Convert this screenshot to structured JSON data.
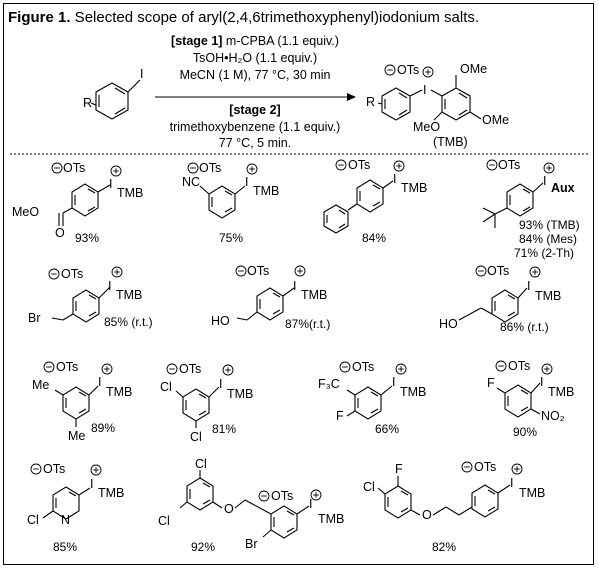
{
  "caption": {
    "label": "Figure 1.",
    "text": " Selected scope of aryl(2,4,6trimethoxyphenyl)iodonium salts."
  },
  "scheme": {
    "stage1_label": "[stage 1]",
    "stage1_reagent": " m-CPBA (1.1 equiv.)",
    "stage1_line2": "TsOH•H₂O (1.1 equiv.)",
    "stage1_line3": "MeCN (1 M), 77 °C, 30 min",
    "stage2_label": "[stage 2]",
    "stage2_line1": "trimethoxybenzene (1.1 equiv.)",
    "stage2_line2": "77 °C, 5 min.",
    "sm_R": "R",
    "sm_I": "I",
    "prod_R": "R",
    "prod_I": "I",
    "prod_OTs": "OTs",
    "prod_OMe1": "OMe",
    "prod_OMe2": "MeO",
    "prod_OMe3": "OMe",
    "prod_TMB": "(TMB)"
  },
  "labels": {
    "OTs": "OTs",
    "TMB": "TMB",
    "I": "I",
    "Aux": "Aux"
  },
  "compounds": [
    {
      "sub": "MeO",
      "yield": "93%"
    },
    {
      "sub": "NC",
      "yield": "75%"
    },
    {
      "sub": "",
      "yield": "84%"
    },
    {
      "sub": "",
      "yield": "93% (TMB)",
      "yield2": "84% (Mes)",
      "yield3": "71% (2-Th)"
    },
    {
      "sub": "Br",
      "yield": "85% (r.t.)"
    },
    {
      "sub": "HO",
      "yield": "87%(r.t.)"
    },
    {
      "sub": "HO",
      "yield": "86% (r.t.)"
    },
    {
      "sub": "Me",
      "sub2": "Me",
      "yield": "89%"
    },
    {
      "sub": "Cl",
      "sub2": "Cl",
      "yield": "81%"
    },
    {
      "sub": "F₃C",
      "sub2": "F",
      "yield": "66%"
    },
    {
      "sub": "F",
      "sub2": "NO₂",
      "yield": "90%"
    },
    {
      "sub": "Cl",
      "sub2": "N",
      "yield": "85%"
    },
    {
      "sub": "Cl",
      "sub2": "Cl",
      "sub3": "Br",
      "yield": "92%"
    },
    {
      "sub": "Cl",
      "sub2": "F",
      "yield": "82%"
    }
  ]
}
